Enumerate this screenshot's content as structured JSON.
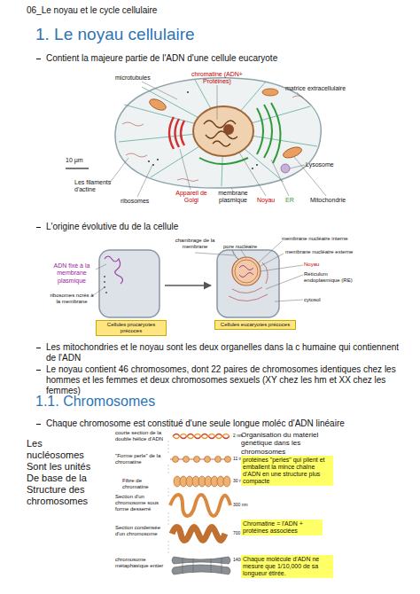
{
  "diagram": {
    "title": "06_Le noyau et le cycle cellulaire",
    "nodes": [
      {
        "text": [
          "Cellules procaryotes précoces"
        ]
      },
      {
        "text": [
          "Cellules eucaryotes précoces"
        ]
      },
      {
        "text": [
          "protéines \"perles\" qui plient et emballent la mince chaîne d'ADN en une structure plus compacte"
        ]
      },
      {
        "text": [
          "Chromatine = l'ADN + protéines associées"
        ]
      },
      {
        "text": [
          "Chaque molécule d'ADN ne mesure que 1/10,000 de sa longueur étirée."
        ]
      }
    ],
    "labels": [
      "1. Le noyau cellulaire",
      "Contient la majeure partie de l'ADN d'une cellule eucaryote",
      "microtubules",
      "chromatine (ADN+ Protéines)",
      "matrice extracellulaire",
      "10 µm",
      "Lysosome",
      "Les filaments d'actine",
      "ribosomes",
      "Appareil de Golgi",
      "membrane plasmique",
      "Noyau",
      "ER",
      "Mitochondrie",
      "L'origine évolutive du de la cellule",
      "chambrage de la membrane",
      "membrane nucléaire interne",
      "pore nucléaire",
      "membrane nucléaire externe",
      "Noyau",
      "Réticulum endoplasmique (RE)",
      "cytosol",
      "ADN fixé à la membrane plasmique",
      "ribosomes ncrés à la membrane",
      "Les mitochondries et le noyau sont les deux organelles dans la c humaine qui contiennent de l'ADN",
      "Le noyau contient 46 chromosomes, dont 22 paires de chromosomes identiques chez les hommes et les femmes et deux chromosomes sexuels (XY chez les hm et XX chez les femmes)",
      "1.1. Chromosomes",
      "Chaque chromosome est constitué d'une seule longue moléc d'ADN linéaire",
      "Les nucléosomes Sont les unités De base de la Structure des chromosomes",
      "courte section de la double hélice d'ADN",
      "\"Forme perle\" de la chromatine",
      "Fibre de chromatine",
      "Section d'un chromosome sous forme desserré",
      "Section condensée d'un chromosome",
      "chromosome métaphasique entier",
      "2 nm",
      "11 nm",
      "30 nm",
      "300 nm",
      "700 nm",
      "1400 nm",
      "Organisation du matériel génétique dans les chromosomes"
    ]
  }
}
